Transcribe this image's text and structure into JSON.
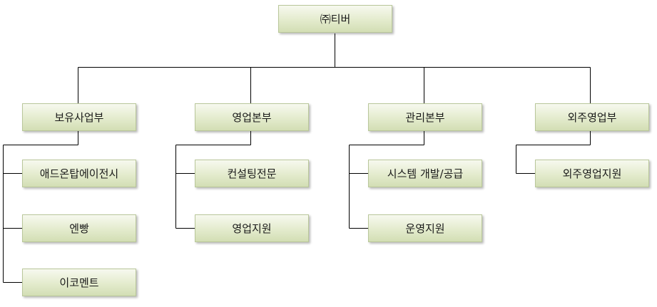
{
  "root": {
    "label": "㈜티버"
  },
  "departments": [
    {
      "label": "보유사업부",
      "children": [
        "애드온탑에이전시",
        "엔빵",
        "이코멘트"
      ]
    },
    {
      "label": "영업본부",
      "children": [
        "컨설팅전문",
        "영업지원"
      ]
    },
    {
      "label": "관리본부",
      "children": [
        "시스템 개발/공급",
        "운영지원"
      ]
    },
    {
      "label": "외주영업부",
      "children": [
        "외주영업지원"
      ]
    }
  ]
}
